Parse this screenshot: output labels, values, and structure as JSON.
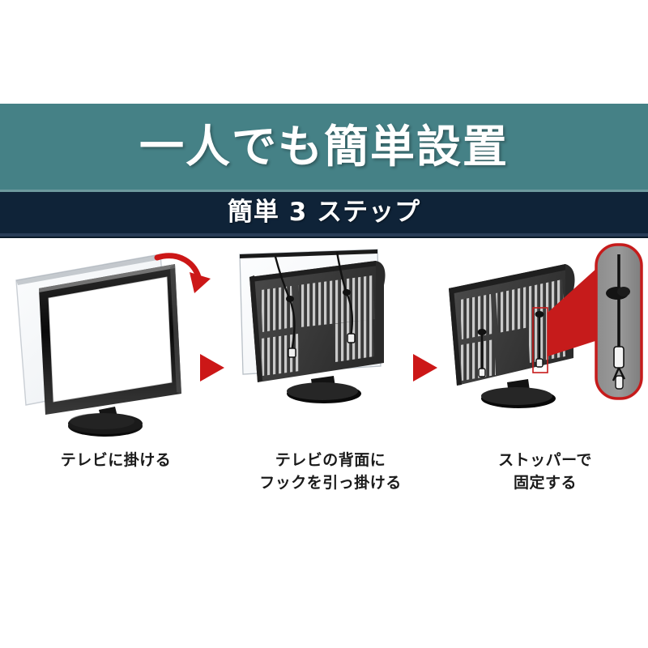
{
  "header": {
    "title_main": "一人でも簡単設置",
    "title_sub": "簡単 3 ステップ",
    "teal_color": "#458186",
    "navy_color": "#0f2338",
    "text_color": "#ffffff"
  },
  "accents": {
    "arrow_red": "#cc1717",
    "callout_red": "#c61b1b",
    "tv_body": "#3b3b3b",
    "tv_bezel": "#111111",
    "panel_glass": "#f2f4f6"
  },
  "steps": [
    {
      "index": "1",
      "caption_lines": [
        "テレビに掛ける"
      ],
      "art_name": "tv-front-with-panel",
      "annotation": "curved-red-arrow"
    },
    {
      "index": "2",
      "caption_lines": [
        "テレビの背面に",
        "フックを引っ掛ける"
      ],
      "art_name": "tv-rear-with-hooks",
      "annotation": "hook-straps"
    },
    {
      "index": "3",
      "caption_lines": [
        "ストッパーで",
        "固定する"
      ],
      "art_name": "tv-rear-with-stopper-callout",
      "annotation": "magnified-stopper-detail"
    }
  ],
  "separators": [
    {
      "icon": "triangle-right-icon"
    },
    {
      "icon": "triangle-right-icon"
    }
  ]
}
